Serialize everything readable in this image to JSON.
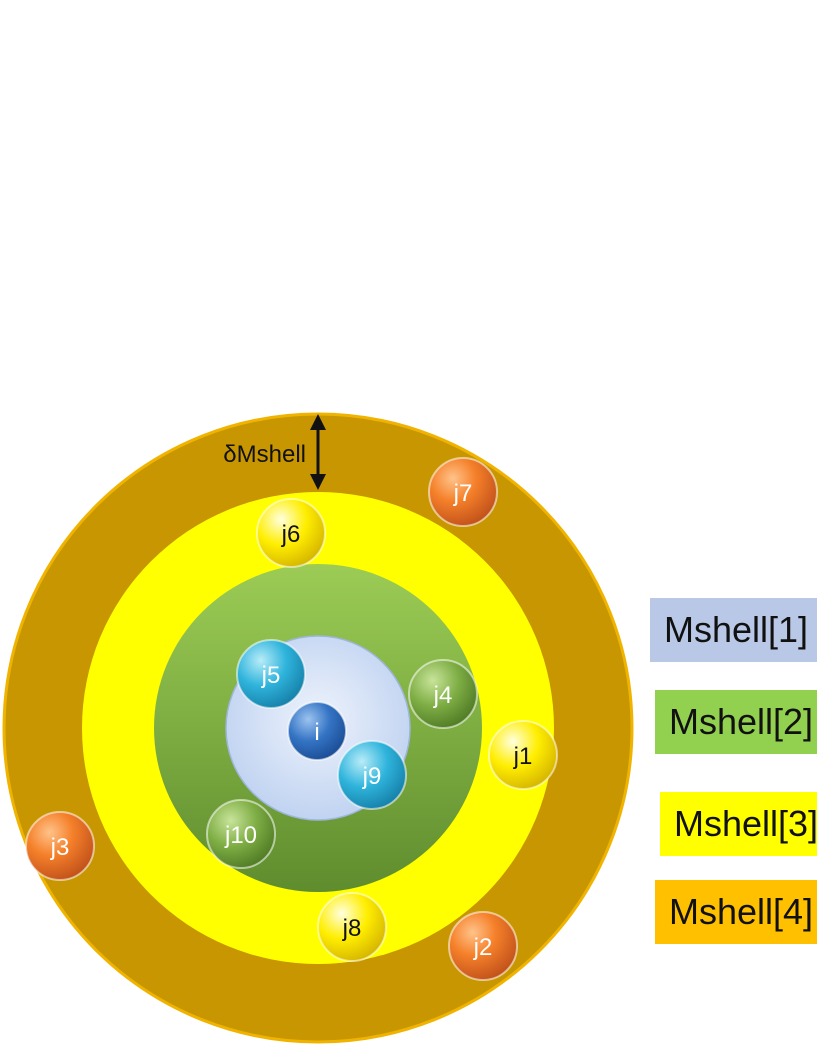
{
  "diagram": {
    "delta_label": "δMshell",
    "center_label": "i",
    "particles": [
      {
        "id": "j1",
        "label": "j1",
        "color": "yellow"
      },
      {
        "id": "j2",
        "label": "j2",
        "color": "orange"
      },
      {
        "id": "j3",
        "label": "j3",
        "color": "orange"
      },
      {
        "id": "j4",
        "label": "j4",
        "color": "green"
      },
      {
        "id": "j5",
        "label": "j5",
        "color": "cyan"
      },
      {
        "id": "j6",
        "label": "j6",
        "color": "yellow"
      },
      {
        "id": "j7",
        "label": "j7",
        "color": "orange"
      },
      {
        "id": "j8",
        "label": "j8",
        "color": "yellow"
      },
      {
        "id": "j9",
        "label": "j9",
        "color": "cyan"
      },
      {
        "id": "j10",
        "label": "j10",
        "color": "green"
      }
    ]
  },
  "legend": {
    "items": [
      {
        "label": "Mshell[1]",
        "color": "#b8c8e6"
      },
      {
        "label": "Mshell[2]",
        "color": "#92d050"
      },
      {
        "label": "Mshell[3]",
        "color": "#ffff00"
      },
      {
        "label": "Mshell[4]",
        "color": "#ffc000"
      }
    ]
  },
  "colors": {
    "shell4": "#c89600",
    "shell4_border": "#f0b400",
    "shell3": "#ffff00",
    "shell2": "#76a83a",
    "shell1": "#c9daf4",
    "arrow": "#111111"
  }
}
